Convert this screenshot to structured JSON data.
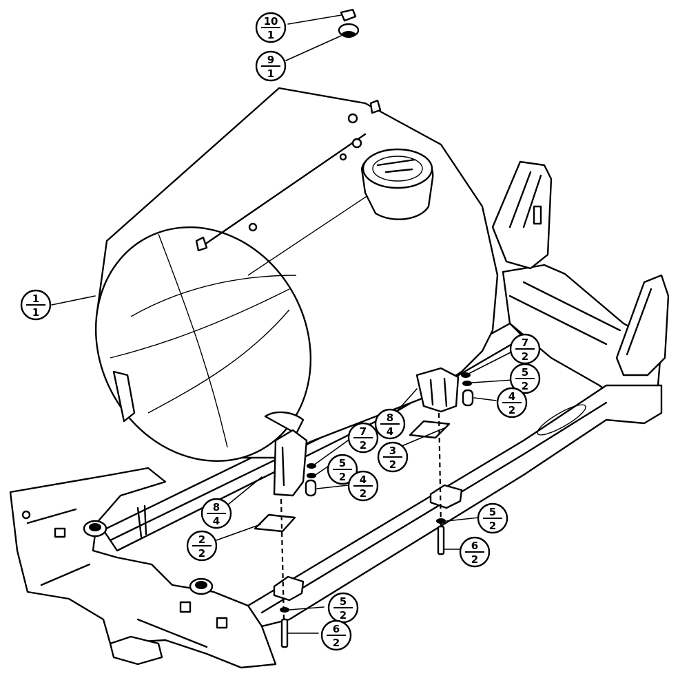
{
  "callouts": [
    {
      "num": "10",
      "qty": "1"
    },
    {
      "num": "9",
      "qty": "1"
    },
    {
      "num": "1",
      "qty": "1"
    },
    {
      "num": "7",
      "qty": "2"
    },
    {
      "num": "5",
      "qty": "2"
    },
    {
      "num": "4",
      "qty": "2"
    },
    {
      "num": "8",
      "qty": "4"
    },
    {
      "num": "7",
      "qty": "2"
    },
    {
      "num": "3",
      "qty": "2"
    },
    {
      "num": "5",
      "qty": "2"
    },
    {
      "num": "4",
      "qty": "2"
    },
    {
      "num": "8",
      "qty": "4"
    },
    {
      "num": "2",
      "qty": "2"
    },
    {
      "num": "5",
      "qty": "2"
    },
    {
      "num": "6",
      "qty": "2"
    },
    {
      "num": "5",
      "qty": "2"
    },
    {
      "num": "6",
      "qty": "2"
    }
  ]
}
